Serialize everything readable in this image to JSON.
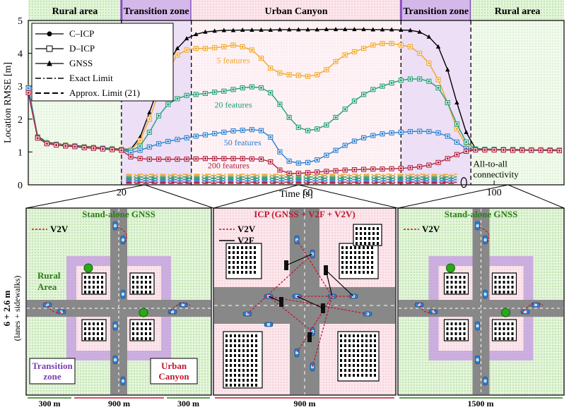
{
  "zones": [
    {
      "label": "Rural area",
      "kind": "rural",
      "x0": 0,
      "x1": 20
    },
    {
      "label": "Transition zone",
      "kind": "transition",
      "x0": 20,
      "x1": 35
    },
    {
      "label": "Urban Canyon",
      "kind": "urban",
      "x0": 35,
      "x1": 80
    },
    {
      "label": "Transition zone",
      "kind": "transition",
      "x0": 80,
      "x1": 95
    },
    {
      "label": "Rural area",
      "kind": "rural",
      "x0": 95,
      "x1": 115
    }
  ],
  "colors": {
    "rural": "#d9f2d0",
    "transition": "#c9a6e0",
    "urban": "#fbe0e6",
    "cicp": "#000000",
    "dicp": "#000000",
    "gnss": "#000000",
    "f5": "#f2a626",
    "f20": "#1f9e74",
    "f50": "#2a7fd0",
    "f200": "#b0203e",
    "v2v": "#c0182f",
    "v2f": "#000000",
    "road": "#888888",
    "title_green": "#2d7d1a",
    "title_red": "#c0182f",
    "title_purple": "#7a3fb0"
  },
  "chart_data": {
    "type": "line",
    "xlabel": "Time [s]",
    "ylabel": "Location RMSE [m]",
    "xlim": [
      0,
      115
    ],
    "ylim": [
      0,
      5
    ],
    "xticks": [
      20,
      60,
      100
    ],
    "yticks": [
      0,
      1,
      2,
      3,
      4,
      5
    ],
    "legend": {
      "placement": "top-left",
      "entries": [
        "C–ICP",
        "D–ICP",
        "GNSS",
        "Exact Limit",
        "Approx. Limit (21)"
      ]
    },
    "annotations": [
      "5 features",
      "20 features",
      "50 features",
      "200 features",
      "All-to-all connectivity"
    ],
    "x": [
      0,
      2,
      4,
      6,
      8,
      10,
      12,
      14,
      16,
      18,
      20,
      22,
      24,
      26,
      28,
      30,
      32,
      34,
      36,
      38,
      40,
      42,
      44,
      46,
      48,
      50,
      52,
      54,
      56,
      58,
      60,
      62,
      64,
      66,
      68,
      70,
      72,
      74,
      76,
      78,
      80,
      82,
      84,
      86,
      88,
      90,
      92,
      94,
      96,
      98,
      100,
      102,
      104,
      106,
      108,
      110,
      112,
      114
    ],
    "series": [
      {
        "name": "GNSS",
        "values": [
          2.98,
          1.48,
          1.3,
          1.25,
          1.22,
          1.2,
          1.17,
          1.15,
          1.13,
          1.11,
          1.09,
          1.08,
          1.45,
          2.2,
          3.0,
          3.7,
          4.15,
          4.45,
          4.58,
          4.65,
          4.68,
          4.7,
          4.7,
          4.71,
          4.71,
          4.71,
          4.71,
          4.72,
          4.72,
          4.72,
          4.72,
          4.72,
          4.73,
          4.73,
          4.73,
          4.73,
          4.73,
          4.72,
          4.72,
          4.72,
          4.71,
          4.7,
          4.65,
          4.5,
          4.2,
          3.5,
          2.5,
          1.6,
          1.1,
          1.09,
          1.08,
          1.08,
          1.08,
          1.07,
          1.07,
          1.07,
          1.07,
          1.06
        ]
      },
      {
        "name": "5 features",
        "values": [
          2.96,
          1.46,
          1.28,
          1.24,
          1.21,
          1.19,
          1.16,
          1.14,
          1.12,
          1.1,
          1.08,
          1.06,
          1.35,
          2.0,
          2.8,
          3.5,
          3.95,
          4.1,
          4.15,
          4.15,
          4.17,
          4.2,
          4.25,
          4.2,
          4.1,
          3.85,
          3.55,
          3.4,
          3.35,
          3.33,
          3.3,
          3.35,
          3.5,
          3.75,
          3.95,
          4.05,
          4.15,
          4.25,
          4.3,
          4.3,
          4.25,
          4.2,
          4.0,
          3.7,
          3.2,
          2.5,
          1.7,
          1.2,
          1.09,
          1.08,
          1.08,
          1.08,
          1.08,
          1.07,
          1.07,
          1.07,
          1.06,
          1.06
        ]
      },
      {
        "name": "20 features",
        "values": [
          2.95,
          1.45,
          1.27,
          1.23,
          1.2,
          1.18,
          1.15,
          1.13,
          1.11,
          1.09,
          1.07,
          1.03,
          1.18,
          1.6,
          2.1,
          2.45,
          2.62,
          2.72,
          2.75,
          2.78,
          2.82,
          2.85,
          2.9,
          2.95,
          2.98,
          2.95,
          2.8,
          2.45,
          2.05,
          1.75,
          1.65,
          1.7,
          1.82,
          2.05,
          2.3,
          2.55,
          2.75,
          2.9,
          3.0,
          3.1,
          3.18,
          3.22,
          3.22,
          3.15,
          2.95,
          2.5,
          1.85,
          1.3,
          1.09,
          1.08,
          1.08,
          1.07,
          1.07,
          1.07,
          1.06,
          1.06,
          1.06,
          1.05
        ]
      },
      {
        "name": "50 features",
        "values": [
          2.94,
          1.44,
          1.26,
          1.22,
          1.19,
          1.17,
          1.14,
          1.12,
          1.1,
          1.08,
          1.06,
          0.98,
          1.05,
          1.15,
          1.25,
          1.32,
          1.38,
          1.43,
          1.48,
          1.52,
          1.56,
          1.6,
          1.64,
          1.66,
          1.68,
          1.65,
          1.45,
          1.0,
          0.72,
          0.66,
          0.68,
          0.76,
          0.9,
          1.05,
          1.2,
          1.33,
          1.43,
          1.5,
          1.55,
          1.58,
          1.6,
          1.62,
          1.63,
          1.62,
          1.58,
          1.48,
          1.3,
          1.1,
          1.07,
          1.07,
          1.07,
          1.06,
          1.06,
          1.06,
          1.05,
          1.05,
          1.05,
          1.05
        ]
      },
      {
        "name": "200 features",
        "values": [
          2.8,
          1.42,
          1.25,
          1.21,
          1.18,
          1.16,
          1.13,
          1.11,
          1.09,
          1.07,
          1.05,
          0.85,
          0.8,
          0.78,
          0.78,
          0.78,
          0.78,
          0.78,
          0.79,
          0.8,
          0.8,
          0.8,
          0.8,
          0.8,
          0.79,
          0.78,
          0.7,
          0.45,
          0.35,
          0.35,
          0.37,
          0.39,
          0.41,
          0.43,
          0.45,
          0.46,
          0.47,
          0.48,
          0.48,
          0.49,
          0.5,
          0.52,
          0.55,
          0.6,
          0.68,
          0.8,
          0.92,
          1.02,
          1.06,
          1.06,
          1.06,
          1.06,
          1.05,
          1.05,
          1.05,
          1.05,
          1.04,
          1.04
        ]
      },
      {
        "name": "Exact Limit",
        "style": "dashdot",
        "x": [
          21,
          92
        ],
        "values": [
          0.22,
          0.22
        ]
      },
      {
        "name": "Approx. Limit (21)",
        "style": "dashed",
        "x": [
          21,
          92
        ],
        "values": [
          0.15,
          0.15
        ]
      }
    ],
    "limits_by_feature": [
      {
        "feature": "5 features",
        "exact": 0.32,
        "approx": 0.28
      },
      {
        "feature": "20 features",
        "exact": 0.24,
        "approx": 0.2
      },
      {
        "feature": "50 features",
        "exact": 0.16,
        "approx": 0.12
      },
      {
        "feature": "200 features",
        "exact": 0.08,
        "approx": 0.05
      }
    ]
  },
  "panels": [
    {
      "title": "Stand-alone GNSS",
      "legend": "V2V",
      "labels": [
        "Rural",
        "Area"
      ],
      "transition": [
        "Transition",
        "zone"
      ],
      "urban": [
        "Urban",
        "Canyon"
      ],
      "dims": [
        "300 m",
        "900 m",
        "300 m"
      ],
      "side_dim": [
        "6 + 2.6 m",
        "(lanes + sidewalks)"
      ]
    },
    {
      "title": "ICP (GNSS + V2F + V2V)",
      "legend_v2v": "V2V",
      "legend_v2f": "V2F",
      "dims": [
        "900 m"
      ]
    },
    {
      "title": "Stand-alone GNSS",
      "legend": "V2V",
      "dims": [
        "1500 m"
      ]
    }
  ]
}
